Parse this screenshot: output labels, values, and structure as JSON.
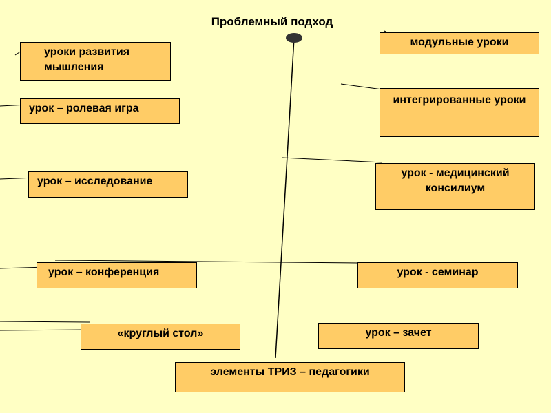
{
  "title": "Проблемный подход",
  "boxes": {
    "thinking": "уроки развития мышления",
    "role_play": "урок – ролевая игра",
    "research": "урок – исследование",
    "conference": "урок – конференция",
    "round_table": "«круглый стол»",
    "modular": "модульные уроки",
    "integrated": "интегрированные уроки",
    "medical": "урок - медицинский консилиум",
    "seminar": "урок - семинар",
    "credit": "урок – зачет",
    "triz": "элементы ТРИЗ – педагогики"
  },
  "colors": {
    "background": "#FFFFC4",
    "box_fill": "#FFCC66",
    "line": "#000000"
  }
}
